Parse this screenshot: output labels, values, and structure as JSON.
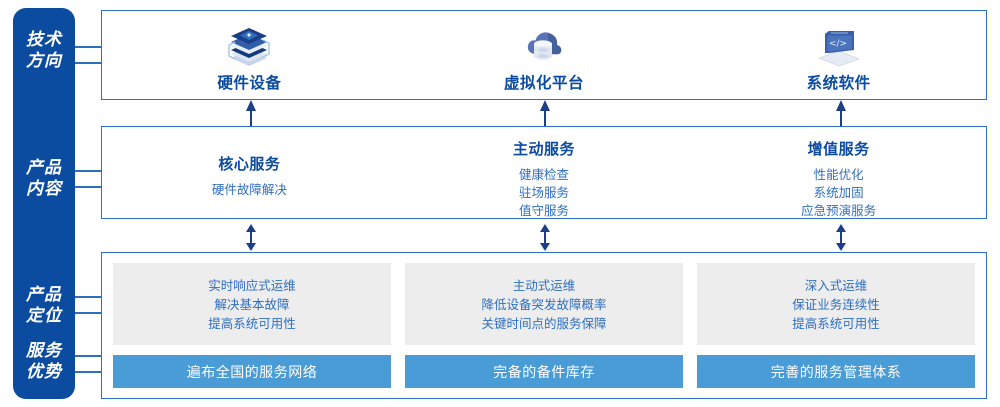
{
  "rail": {
    "items": [
      {
        "name": "tech-direction",
        "line1": "技术",
        "line2": "方向"
      },
      {
        "name": "product-content",
        "line1": "产品",
        "line2": "内容"
      },
      {
        "name": "product-position",
        "line1": "产品",
        "line2": "定位"
      },
      {
        "name": "service-advantage",
        "line1": "服务",
        "line2": "优势"
      }
    ]
  },
  "colors": {
    "rail_bg": "#0b4ba0",
    "border": "#2f6fc0",
    "title": "#0b4ba0",
    "body_text": "#2f6fc0",
    "grey_box": "#ededed",
    "blue_bar": "#4a9cd6"
  },
  "tech_section": {
    "columns": [
      {
        "icon": "server-stack-icon",
        "label": "硬件设备"
      },
      {
        "icon": "cloud-database-icon",
        "label": "虚拟化平台"
      },
      {
        "icon": "laptop-code-icon",
        "label": "系统软件"
      }
    ]
  },
  "content_section": {
    "columns": [
      {
        "title": "核心服务",
        "items": [
          "硬件故障解决"
        ]
      },
      {
        "title": "主动服务",
        "items": [
          "健康检查",
          "驻场服务",
          "值守服务"
        ]
      },
      {
        "title": "增值服务",
        "items": [
          "性能优化",
          "系统加固",
          "应急预演服务"
        ]
      }
    ]
  },
  "bottom_section": {
    "columns": [
      {
        "lines": [
          "实时响应式运维",
          "解决基本故障",
          "提高系统可用性"
        ],
        "bar": "遍布全国的服务网络"
      },
      {
        "lines": [
          "主动式运维",
          "降低设备突发故障概率",
          "关键时间点的服务保障"
        ],
        "bar": "完备的备件库存"
      },
      {
        "lines": [
          "深入式运维",
          "保证业务连续性",
          "提高系统可用性"
        ],
        "bar": "完善的服务管理体系"
      }
    ]
  },
  "arrows": {
    "up_arrow_name": "up-arrow-icon",
    "double_arrow_name": "double-arrow-icon"
  }
}
